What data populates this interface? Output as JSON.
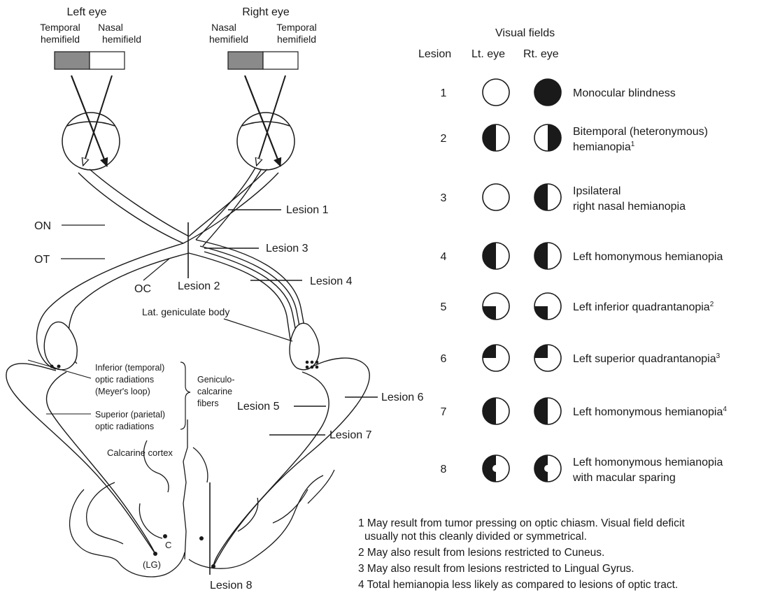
{
  "eyes": {
    "left": {
      "title": "Left eye",
      "hemi_a": [
        "Temporal",
        "hemifield"
      ],
      "hemi_b": [
        "Nasal",
        "hemifield"
      ]
    },
    "right": {
      "title": "Right eye",
      "hemi_a": [
        "Nasal",
        "hemifield"
      ],
      "hemi_b": [
        "Temporal",
        "hemifield"
      ]
    }
  },
  "labels": {
    "on": "ON",
    "ot": "OT",
    "oc": "OC",
    "lgb": "Lat. geniculate body",
    "inferior_rad": [
      "Inferior (temporal)",
      "optic radiations",
      "(Meyer's loop)"
    ],
    "superior_rad": [
      "Superior (parietal)",
      "optic radiations"
    ],
    "geniculo": [
      "Geniculo-",
      "calcarine",
      "fibers"
    ],
    "calcarine": "Calcarine cortex",
    "c": "C",
    "lg": "(LG)"
  },
  "lesion_labels": {
    "l1": "Lesion 1",
    "l2": "Lesion 2",
    "l3": "Lesion 3",
    "l4": "Lesion 4",
    "l5": "Lesion 5",
    "l6": "Lesion 6",
    "l7": "Lesion 7",
    "l8": "Lesion 8"
  },
  "table": {
    "title": "Visual fields",
    "col_lesion": "Lesion",
    "col_lt": "Lt. eye",
    "col_rt": "Rt. eye",
    "rows": [
      {
        "n": "1",
        "lt": "none",
        "rt": "full",
        "desc": [
          "Monocular blindness"
        ],
        "sup": ""
      },
      {
        "n": "2",
        "lt": "left",
        "rt": "right",
        "desc": [
          "Bitemporal (heteronymous)",
          "hemianopia"
        ],
        "sup": "1"
      },
      {
        "n": "3",
        "lt": "none",
        "rt": "left",
        "desc": [
          "Ipsilateral",
          "right nasal hemianopia"
        ],
        "sup": ""
      },
      {
        "n": "4",
        "lt": "left",
        "rt": "left",
        "desc": [
          "Left homonymous hemianopia"
        ],
        "sup": ""
      },
      {
        "n": "5",
        "lt": "lower-left",
        "rt": "lower-left",
        "desc": [
          "Left inferior quadrantanopia"
        ],
        "sup": "2"
      },
      {
        "n": "6",
        "lt": "upper-left",
        "rt": "upper-left",
        "desc": [
          "Left superior quadrantanopia"
        ],
        "sup": "3"
      },
      {
        "n": "7",
        "lt": "left",
        "rt": "left",
        "desc": [
          "Left homonymous hemianopia"
        ],
        "sup": "4"
      },
      {
        "n": "8",
        "lt": "left-macular",
        "rt": "left-macular",
        "desc": [
          "Left homonymous hemianopia",
          "with macular sparing"
        ],
        "sup": ""
      }
    ]
  },
  "footnotes": [
    {
      "text": "1 May result from tumor pressing on optic chiasm. Visual field deficit",
      "cont": "usually not this cleanly divided or symmetrical."
    },
    {
      "text": "2 May also result from lesions restricted to Cuneus.",
      "cont": ""
    },
    {
      "text": "3 May also result from lesions restricted to Lingual Gyrus.",
      "cont": ""
    },
    {
      "text": "4 Total hemianopia less likely as compared to lesions of optic tract.",
      "cont": ""
    }
  ],
  "colors": {
    "ink": "#1a1a1a",
    "shade": "#8a8a8a",
    "paper": "#ffffff"
  }
}
